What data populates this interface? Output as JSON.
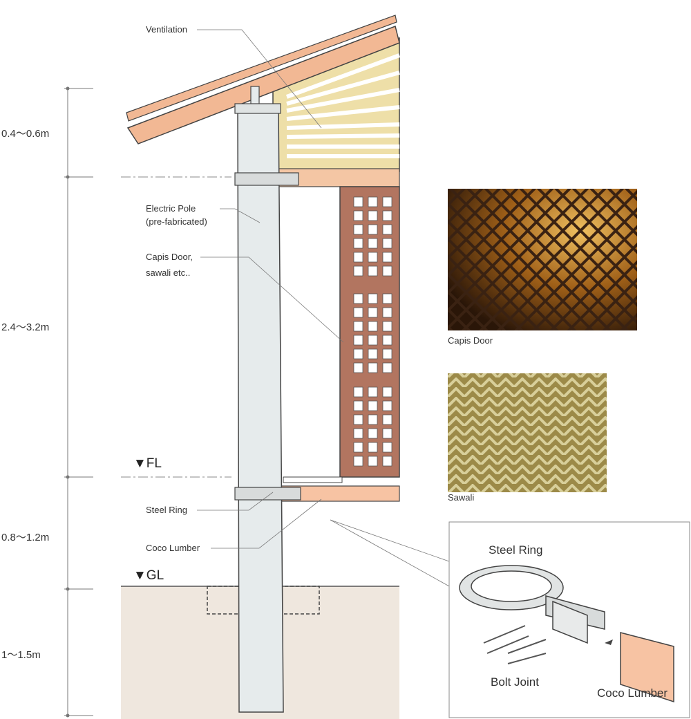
{
  "dimensions": [
    "0.4〜0.6m",
    "2.4〜3.2m",
    "0.8〜1.2m",
    "1〜1.5m"
  ],
  "levels": {
    "fl": "▼FL",
    "gl": "▼GL"
  },
  "labels": {
    "ventilation": "Ventilation",
    "electric_pole_1": "Electric Pole",
    "electric_pole_2": "(pre-fabricated)",
    "capis_door_1": "Capis Door,",
    "capis_door_2": "sawali etc..",
    "steel_ring": "Steel Ring",
    "coco_lumber": "Coco Lumber"
  },
  "photos": {
    "capis": "Capis Door",
    "sawali": "Sawali"
  },
  "detail": {
    "steel_ring": "Steel Ring",
    "bolt_joint": "Bolt Joint",
    "coco_lumber": "Coco Lumber"
  },
  "colors": {
    "roof": "#f2b894",
    "gable": "#eedfa8",
    "door": "#b27560",
    "pole": "#e6ebec",
    "ground": "#efe7de",
    "lumber": "#f7c3a3"
  }
}
